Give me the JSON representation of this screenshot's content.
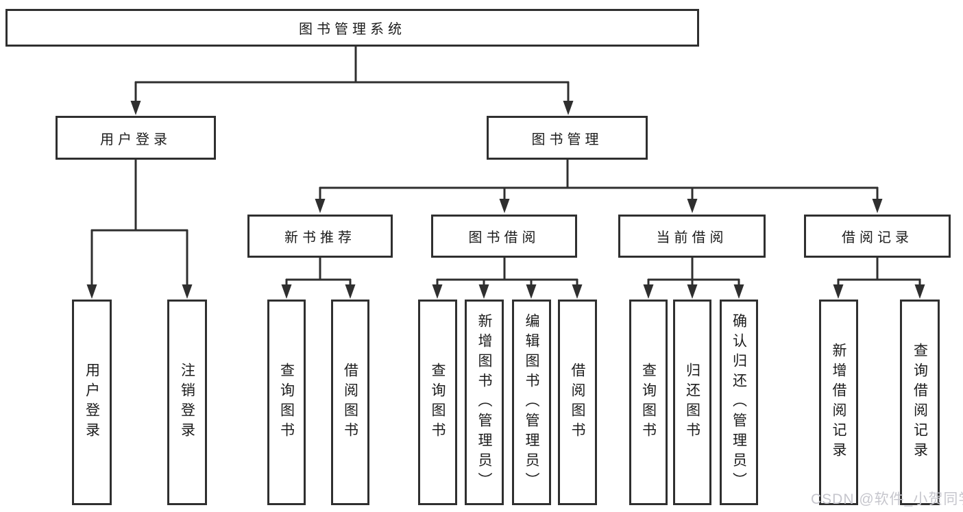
{
  "diagram": {
    "root": {
      "label": "图书管理系统"
    },
    "children": [
      {
        "label": "用户登录",
        "children": [
          {
            "label": "用户登录"
          },
          {
            "label": "注销登录"
          }
        ]
      },
      {
        "label": "图书管理",
        "children": [
          {
            "label": "新书推荐",
            "children": [
              {
                "label": "查询图书"
              },
              {
                "label": "借阅图书"
              }
            ]
          },
          {
            "label": "图书借阅",
            "children": [
              {
                "label": "查询图书"
              },
              {
                "label": "新增图书（管理员）"
              },
              {
                "label": "编辑图书（管理员）"
              },
              {
                "label": "借阅图书"
              }
            ]
          },
          {
            "label": "当前借阅",
            "children": [
              {
                "label": "查询图书"
              },
              {
                "label": "归还图书"
              },
              {
                "label": "确认归还（管理员）"
              }
            ]
          },
          {
            "label": "借阅记录",
            "children": [
              {
                "label": "新增借阅记录"
              },
              {
                "label": "查询借阅记录"
              }
            ]
          }
        ]
      }
    ]
  },
  "watermark": {
    "text": "CSDN @软件_小贺同学"
  },
  "colors": {
    "line": "#2f2f2f",
    "text": "#1c1c1c",
    "background": "#ffffff",
    "watermark": "#c6c6cd"
  }
}
